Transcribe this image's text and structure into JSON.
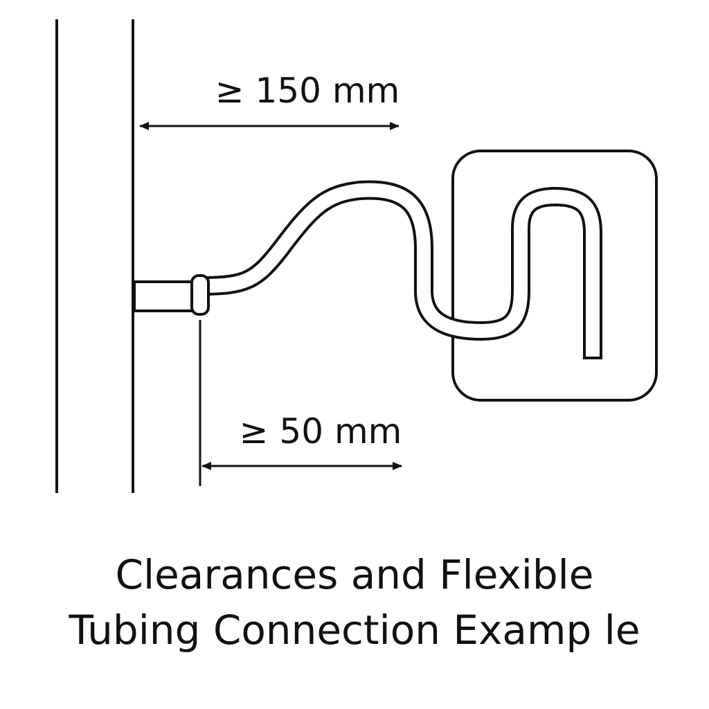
{
  "diagram": {
    "clearance_top_label": "≥ 150 mm",
    "clearance_bottom_label": "≥ 50 mm",
    "caption_line_1": "Clearances and Flexible",
    "caption_line_2": "Tubing Connection Examp le"
  },
  "colors": {
    "stroke": "#111111",
    "background": "#ffffff"
  }
}
